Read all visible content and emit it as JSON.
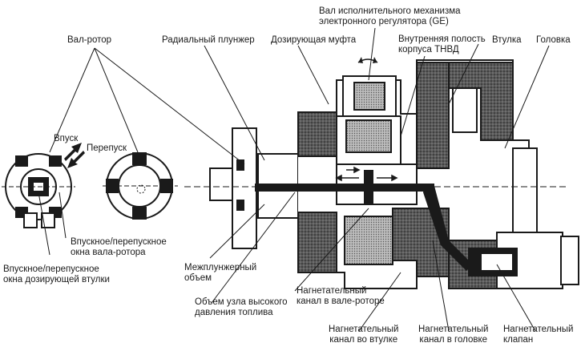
{
  "labels": {
    "ge_shaft": "Вал исполнительного механизма\nэлектронного регулятора (GE)",
    "rotor_shaft": "Вал-ротор",
    "radial_plunger": "Радиальный плунжер",
    "metering_sleeve": "Дозирующая муфта",
    "inner_cavity": "Внутренняя полость\nкорпуса ТНВД",
    "sleeve": "Втулка",
    "head": "Головка",
    "inlet": "Впуск",
    "bypass": "Перепуск",
    "rotor_ports": "Впускное/перепускное\nокна вала-ротора",
    "sleeve_ports": "Впускное/перепускное\nокна дозирующей втулки",
    "interplunger_volume": "Межплунжерный\nобъем",
    "hp_volume": "Объем узла высокого\nдавления топлива",
    "rotor_channel": "Нагнетательный\nканал в вале-роторе",
    "sleeve_channel": "Нагнетательный\nканал во втулке",
    "head_channel": "Нагнетательный\nканал в головке",
    "delivery_valve": "Нагнетательный\nклапан"
  },
  "colors": {
    "ink": "#1a1a1a",
    "hatch": "#3a3a3a",
    "paper": "#ffffff"
  }
}
